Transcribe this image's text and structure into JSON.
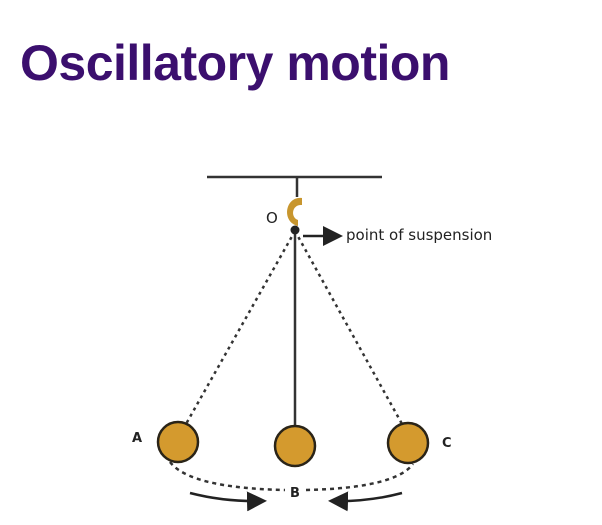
{
  "title": "Oscillatory motion",
  "diagram": {
    "pivot_label": "O",
    "suspension_label": "point of suspension",
    "position_labels": {
      "left": "A",
      "mean": "B",
      "right": "C"
    },
    "colors": {
      "title": "#3b0f6e",
      "bob": "#d49a2e",
      "hook": "#c8962e",
      "line": "#333333"
    }
  }
}
